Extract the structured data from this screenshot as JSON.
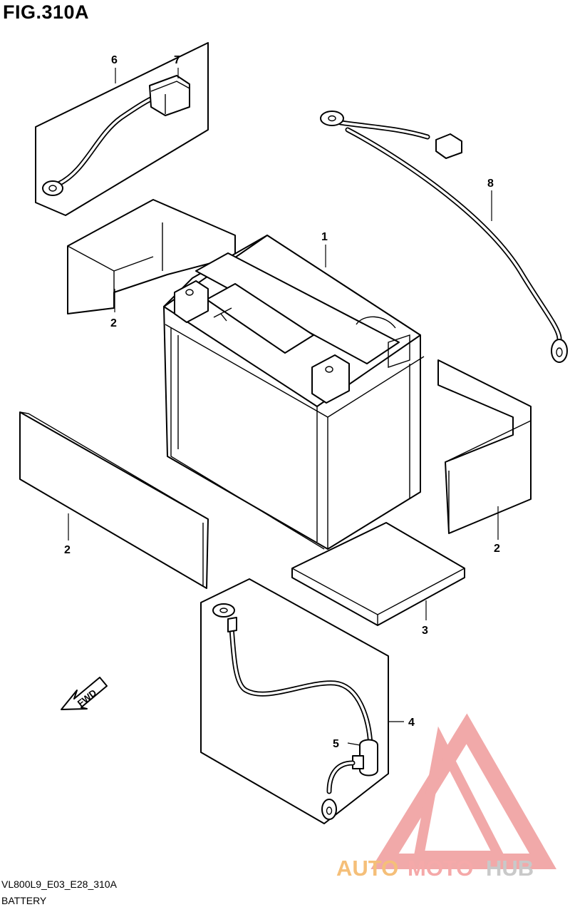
{
  "figure": {
    "title": "FIG.310A",
    "model_code": "VL800L9_E03_E28_310A",
    "caption": "BATTERY"
  },
  "callouts": {
    "c1": "1",
    "c2a": "2",
    "c2b": "2",
    "c2c": "2",
    "c3": "3",
    "c4": "4",
    "c5": "5",
    "c6": "6",
    "c7": "7",
    "c8": "8"
  },
  "direction_marker": {
    "label": "FWD",
    "icon": "fwd-arrow-icon"
  },
  "watermark": {
    "part1": "AUTO",
    "part2": "MOTO",
    "part3": "HUB",
    "colors": {
      "triangle": "#f0a0a0",
      "part1": "#f5b96b",
      "part2": "#f4a0a0",
      "part3": "#c4c4c4"
    }
  }
}
